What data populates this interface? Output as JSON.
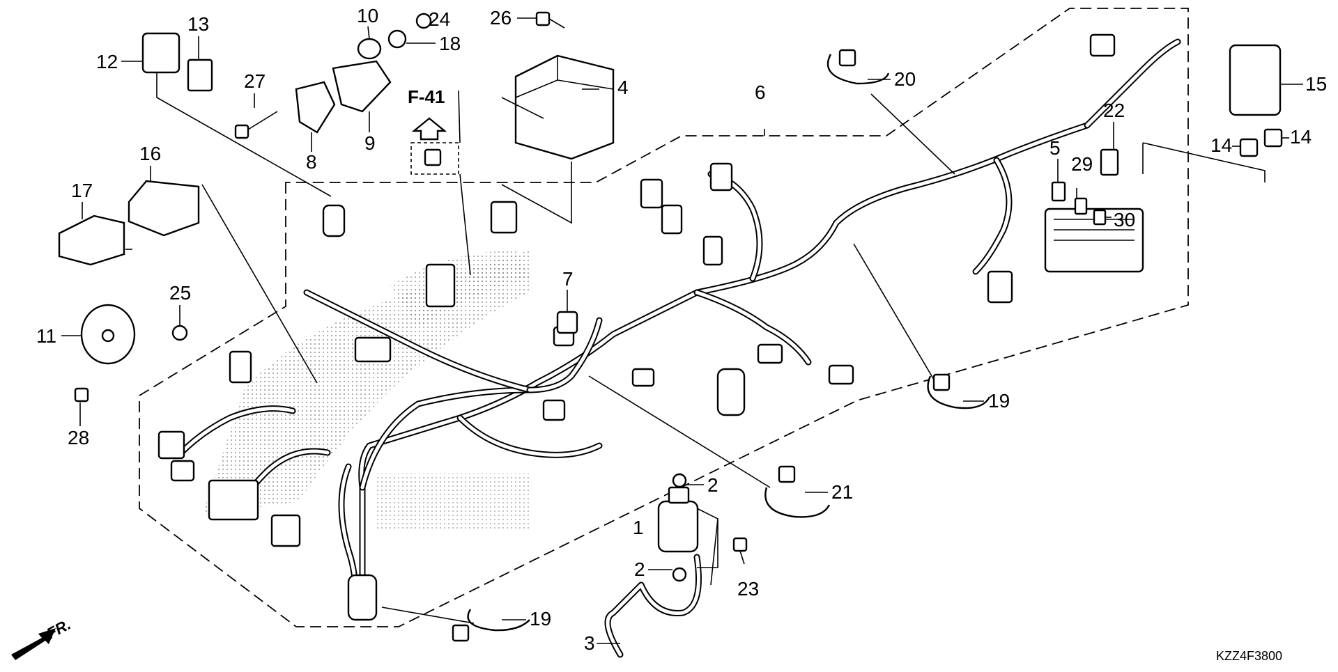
{
  "diagram": {
    "code": "KZZ4F3800",
    "reference": "F-41",
    "direction": "FR.",
    "callouts": {
      "c1": "1",
      "c2a": "2",
      "c2b": "2",
      "c3": "3",
      "c4": "4",
      "c5": "5",
      "c6": "6",
      "c7": "7",
      "c8": "8",
      "c9": "9",
      "c10": "10",
      "c11": "11",
      "c12": "12",
      "c13": "13",
      "c14a": "14",
      "c14b": "14",
      "c15": "15",
      "c16": "16",
      "c17": "17",
      "c18": "18",
      "c19a": "19",
      "c19b": "19",
      "c20": "20",
      "c21": "21",
      "c22": "22",
      "c23": "23",
      "c24": "24",
      "c25": "25",
      "c26": "26",
      "c27": "27",
      "c28": "28",
      "c29": "29",
      "c30": "30"
    }
  }
}
